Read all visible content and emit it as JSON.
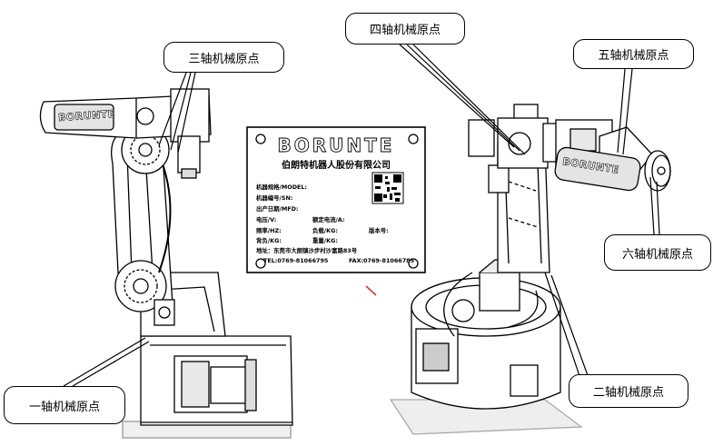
{
  "labels": {
    "axis1": "一轴机械原点",
    "axis2": "二轴机械原点",
    "axis3": "三轴机械原点",
    "axis4": "四轴机械原点",
    "axis5": "五轴机械原点",
    "axis6": "六轴机械原点"
  },
  "robot_brand_left": "BORUNTE",
  "robot_brand_right": "BORUNTE",
  "nameplate": {
    "brand": "BORUNTE",
    "company": "伯朗特机器人股份有限公司",
    "model": "机器规格/MODEL:",
    "serial": "机器编号/SN:",
    "mfd": "出产日期/MFD:",
    "voltage": "电压/V:",
    "current": "额定电流/A:",
    "frequency": "频率/HZ:",
    "load": "负载/KG:",
    "version": "版本号:",
    "backpack": "背负/KG:",
    "weight": "重量/KG:",
    "address": "地址：东莞市大朗镇沙步村沙富路83号",
    "tel": "TEL:0769-81066795",
    "fax": "FAX:0769-81066785"
  },
  "colors": {
    "line": "#000000",
    "background": "#ffffff",
    "accent_mark": "#cc2222"
  }
}
